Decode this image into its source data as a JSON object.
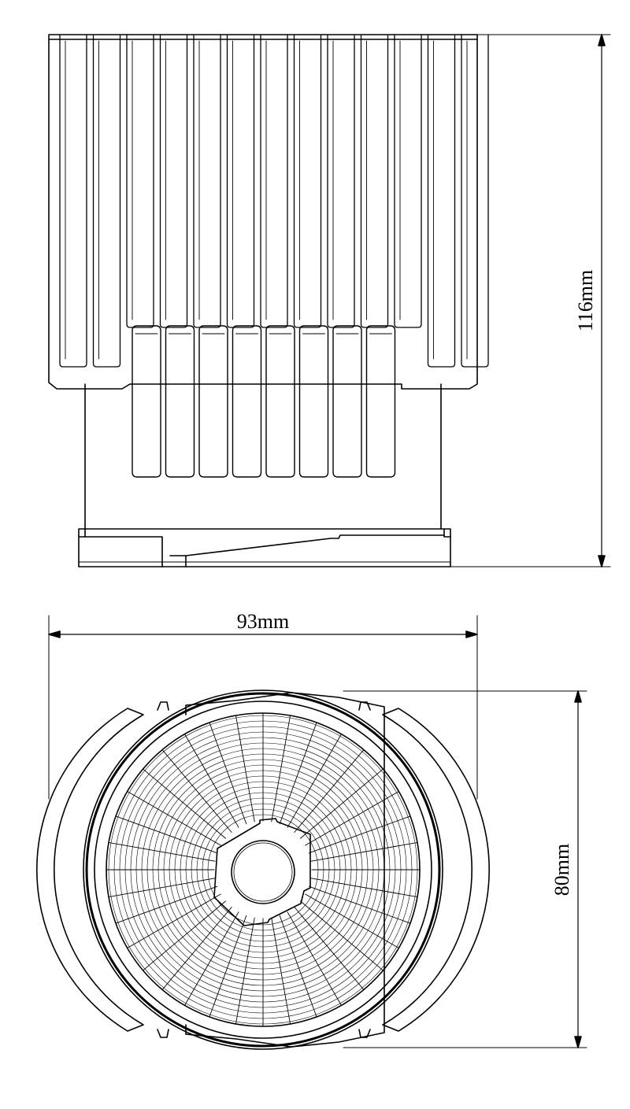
{
  "dimensions": {
    "height_label": "116mm",
    "width_label": "93mm",
    "diameter_label": "80mm"
  },
  "colors": {
    "line": "#000000",
    "background": "#ffffff"
  }
}
